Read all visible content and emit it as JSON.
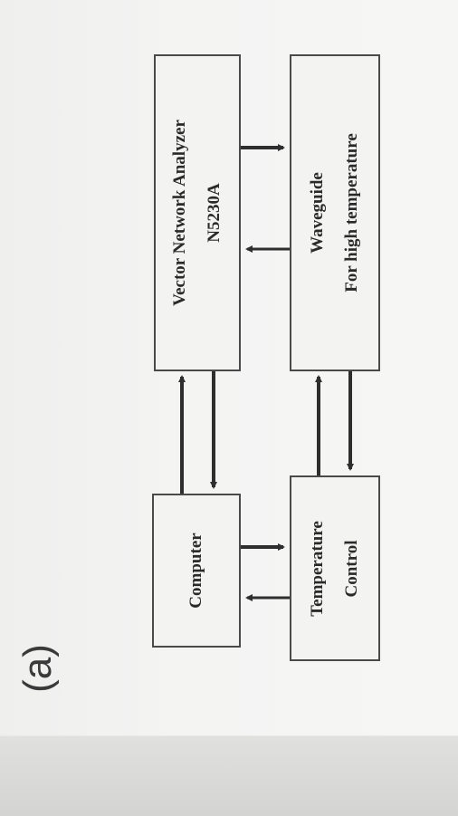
{
  "figure": {
    "panel_label": "(a)"
  },
  "blocks": {
    "vna": {
      "line1": "Vector Network Analyzer",
      "line2": "N5230A"
    },
    "waveguide": {
      "line1": "Waveguide",
      "line2": "For high temperature"
    },
    "computer": {
      "line1": "Computer"
    },
    "temperature_control": {
      "line1": "Temperature",
      "line2": "Control"
    }
  },
  "connections": [
    {
      "from": "computer",
      "to": "vna"
    },
    {
      "from": "vna",
      "to": "computer"
    },
    {
      "from": "vna",
      "to": "waveguide"
    },
    {
      "from": "waveguide",
      "to": "vna"
    },
    {
      "from": "computer",
      "to": "temperature_control"
    },
    {
      "from": "temperature_control",
      "to": "computer"
    },
    {
      "from": "temperature_control",
      "to": "waveguide"
    },
    {
      "from": "waveguide",
      "to": "temperature_control"
    }
  ]
}
